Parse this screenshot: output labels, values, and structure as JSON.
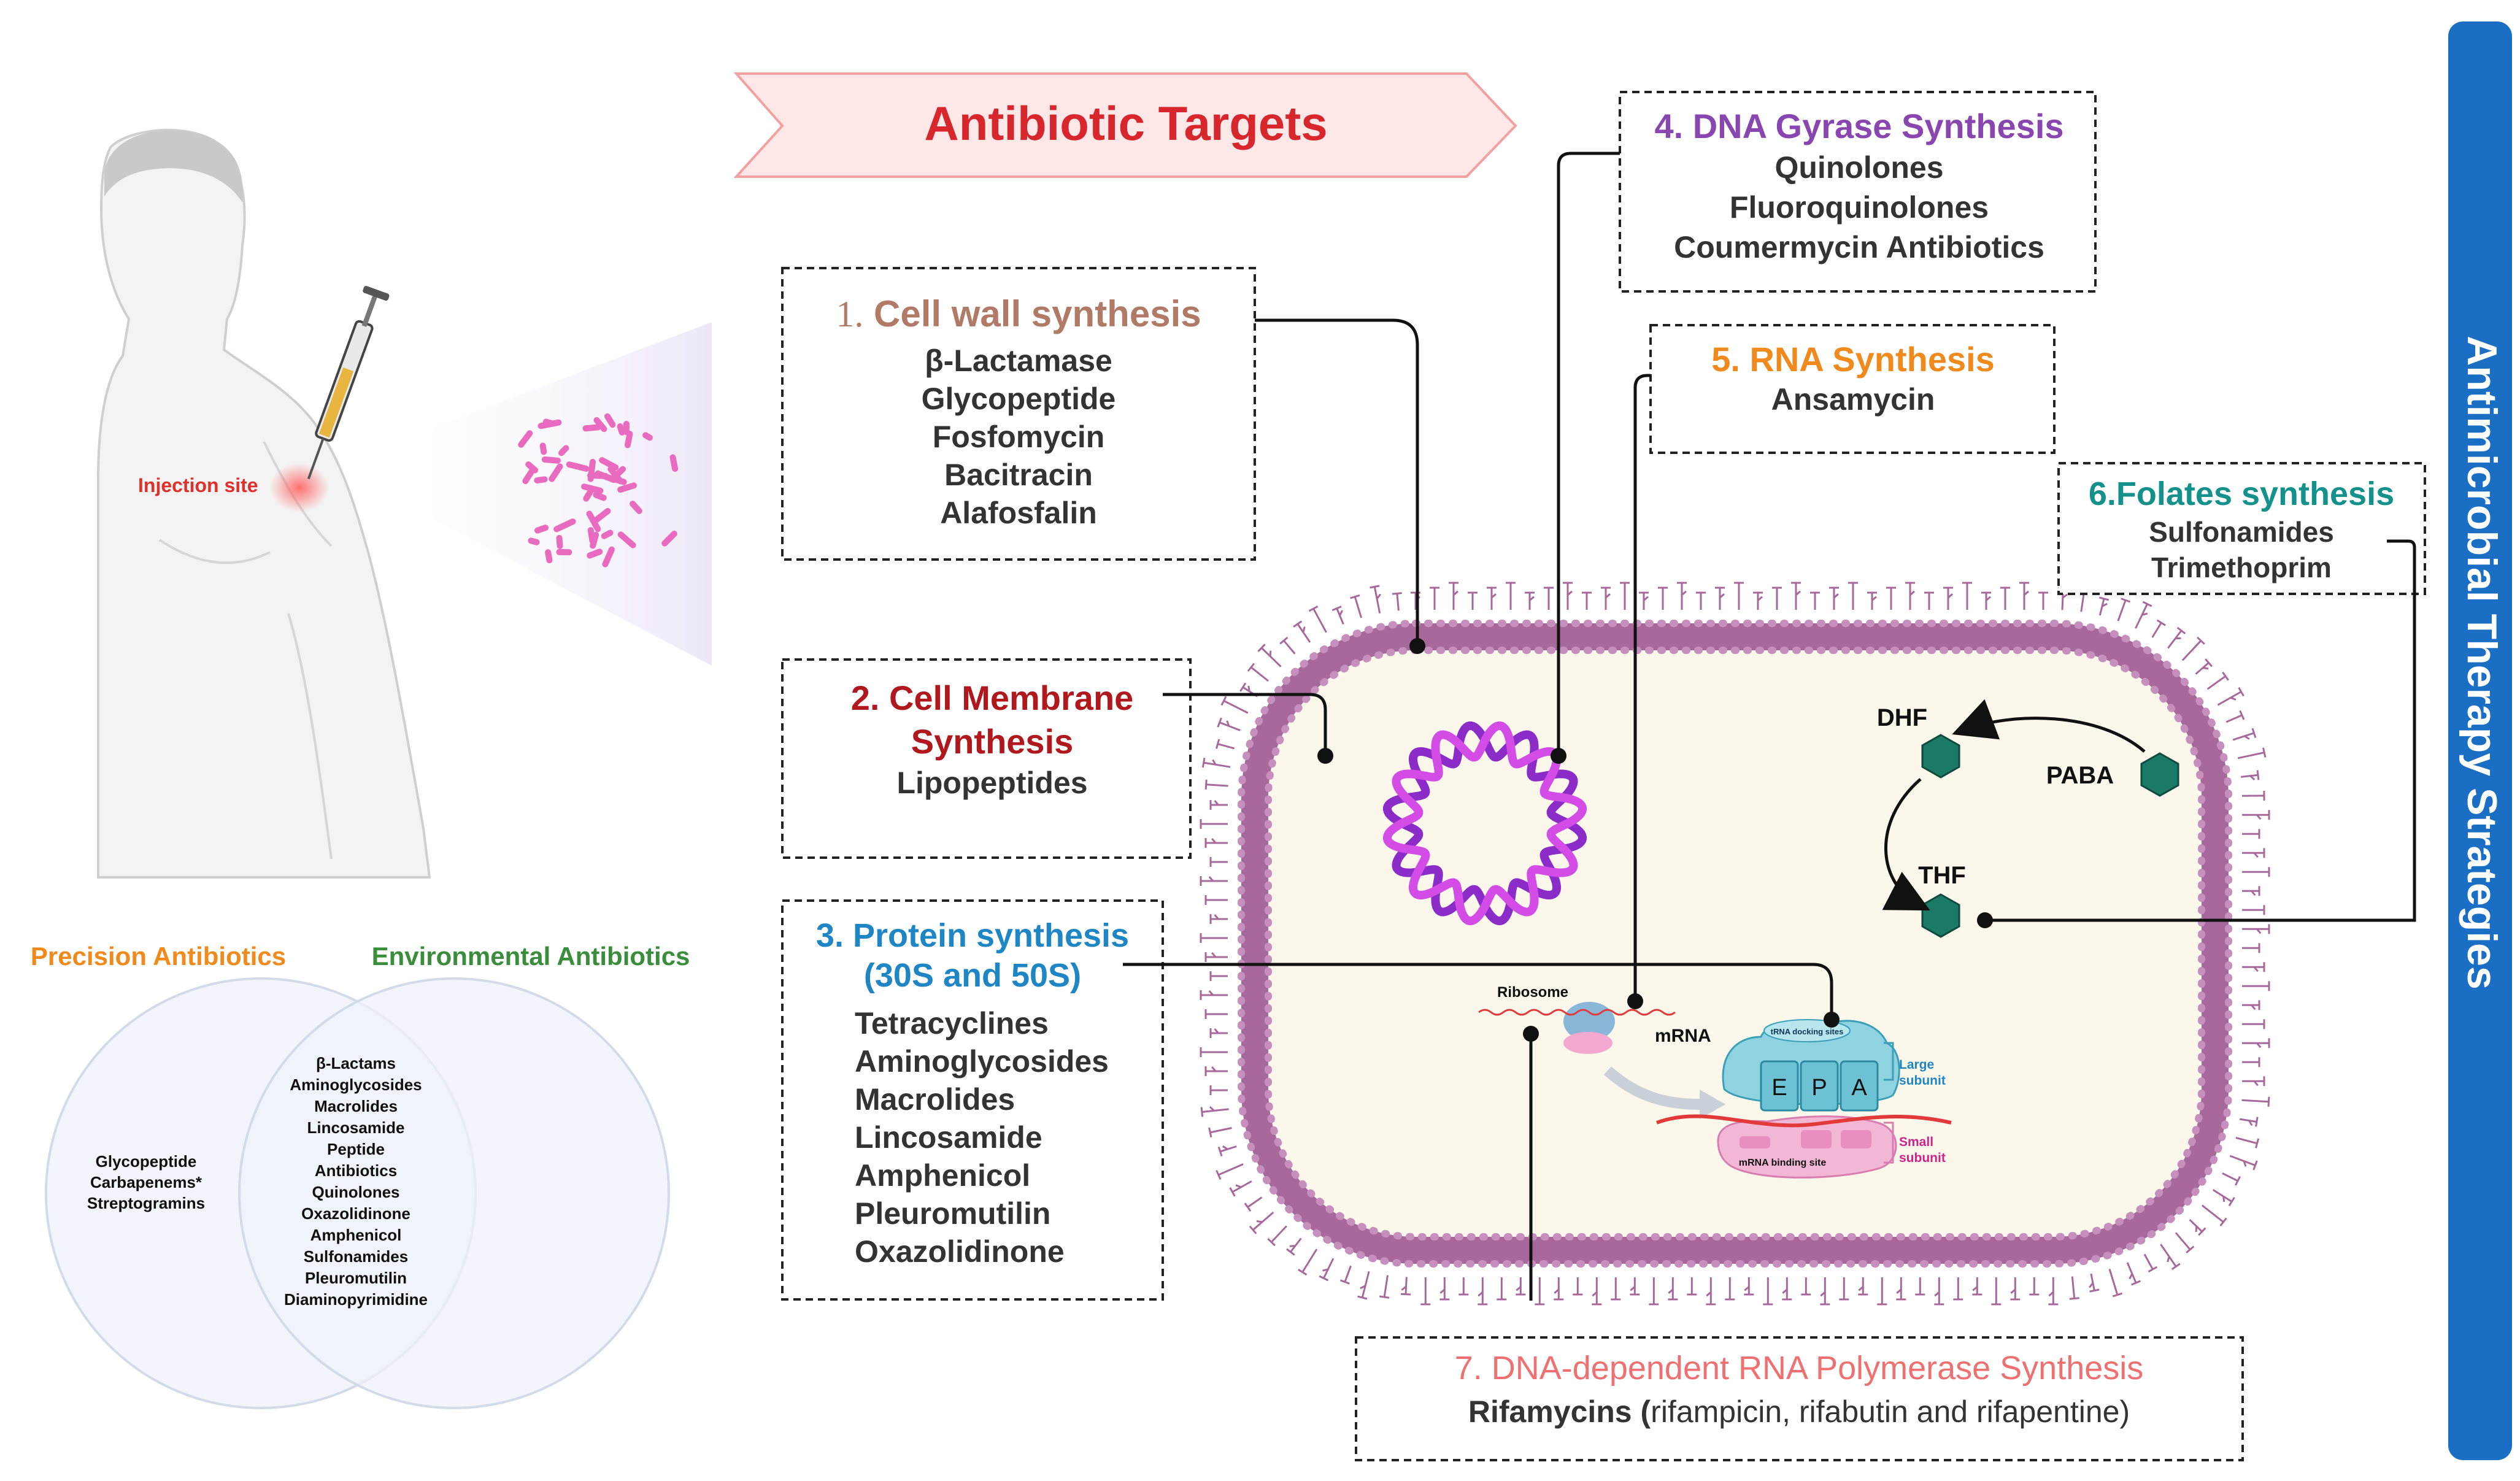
{
  "banner": {
    "title": "Antibiotic Targets",
    "color": "#d7262c",
    "fill": "#fde7e7"
  },
  "side_banner": {
    "text": "Antimicrobial Therapy Strategies",
    "fill": "#1a6fc4"
  },
  "injection": {
    "label": "Injection site",
    "color": "#e0302a"
  },
  "targets": {
    "t1": {
      "num": "1.",
      "title": "Cell wall synthesis",
      "color": "#b07a66",
      "items": [
        "β-Lactamase",
        "Glycopeptide",
        "Fosfomycin",
        "Bacitracin",
        "Alafosfalin"
      ]
    },
    "t2": {
      "title_line1": "2. Cell Membrane",
      "title_line2": "Synthesis",
      "color": "#b0181e",
      "items": [
        "Lipopeptides"
      ]
    },
    "t3": {
      "title_line1": "3. Protein synthesis",
      "title_line2": "(30S and 50S)",
      "color": "#1f86c6",
      "items": [
        "Tetracyclines",
        "Aminoglycosides",
        "Macrolides",
        "Lincosamide",
        "Amphenicol",
        "Pleuromutilin",
        "Oxazolidinone"
      ]
    },
    "t4": {
      "title": "4. DNA Gyrase Synthesis",
      "color": "#8a46b0",
      "items": [
        "Quinolones",
        "Fluoroquinolones",
        "Coumermycin Antibiotics"
      ]
    },
    "t5": {
      "title": "5. RNA Synthesis",
      "color": "#f08a1c",
      "items": [
        "Ansamycin"
      ]
    },
    "t6": {
      "title": "6.Folates synthesis",
      "color": "#13918a",
      "items": [
        "Sulfonamides",
        "Trimethoprim"
      ]
    },
    "t7": {
      "title": "7. DNA-dependent RNA Polymerase Synthesis",
      "color": "#ef7070",
      "item_bold": "Rifamycins (",
      "item_rest": "rifampicin, rifabutin and rifapentine)"
    }
  },
  "folate": {
    "dhf": "DHF",
    "paba": "PABA",
    "thf": "THF",
    "hex_color": "#1b7a66"
  },
  "ribosome": {
    "ribosome_label": "Ribosome",
    "mrna_label": "mRNA",
    "trna_docking": "tRNA docking sites",
    "sites": [
      "E",
      "P",
      "A"
    ],
    "large_subunit": "Large subunit",
    "small_subunit": "Small subunit",
    "mrna_binding": "mRNA binding site",
    "large_color": "#1f86c6",
    "small_color": "#d0238a"
  },
  "venn": {
    "left_title": "Precision Antibiotics",
    "left_color": "#f08a1c",
    "right_title": "Environmental Antibiotics",
    "right_color": "#3a8d3a",
    "left_only": [
      "Glycopeptide",
      "Carbapenems*",
      "Streptogramins"
    ],
    "both": [
      "β-Lactams",
      "Aminoglycosides",
      "Macrolides",
      "Lincosamide",
      "Peptide",
      "Antibiotics",
      "Quinolones",
      "Oxazolidinone",
      "Amphenicol",
      "Sulfonamides",
      "Pleuromutilin",
      "Diaminopyrimidine"
    ]
  },
  "colors": {
    "membrane": "#a7699b",
    "cytoplasm": "#fbf7ea",
    "dna_a": "#8c2cc8",
    "dna_b": "#d44ce6",
    "bacteria_pink": "#e86bbf"
  }
}
